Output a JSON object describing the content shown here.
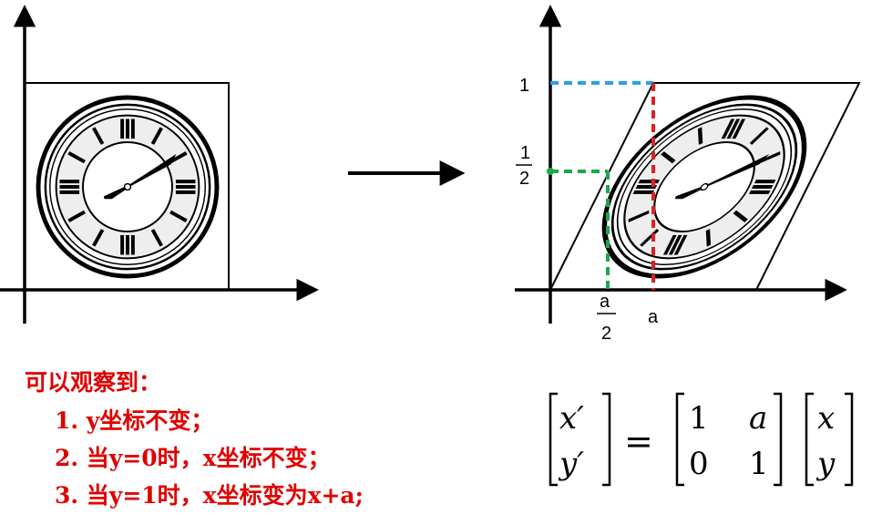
{
  "left_panel": {},
  "right_panel": {
    "y_tick_one": "1",
    "y_tick_half_num": "1",
    "y_tick_half_den": "2",
    "x_tick_half_num": "a",
    "x_tick_half_den": "2",
    "x_tick_a": "a"
  },
  "observations": {
    "title": "可以观察到：",
    "items": [
      "1. y坐标不变；",
      "2. 当y=0时，x坐标不变；",
      "3. 当y=1时，x坐标变为x+a;"
    ]
  },
  "matrix_equation": {
    "lhs": [
      "x′",
      "y′"
    ],
    "equals": "=",
    "matrix": [
      [
        "1",
        "a"
      ],
      [
        "0",
        "1"
      ]
    ],
    "rhs": [
      "x",
      "y"
    ]
  },
  "colors": {
    "text_red": "#e00000",
    "guide_blue": "#2aa0e8",
    "guide_green": "#1aa84a",
    "guide_red": "#e02020"
  }
}
